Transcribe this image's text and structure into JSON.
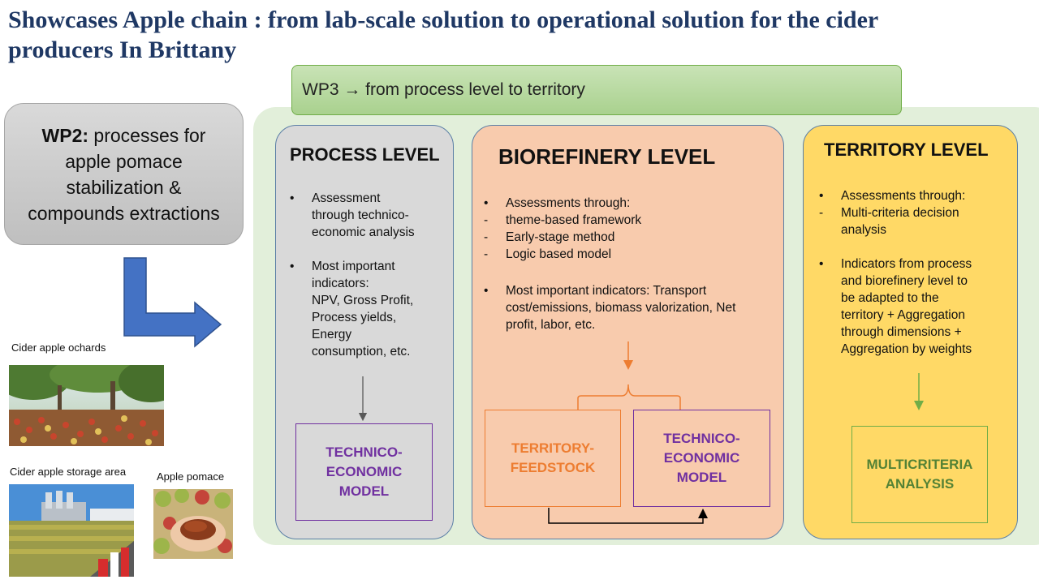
{
  "title": {
    "line1": "Showcases Apple chain : from lab-scale solution to operational solution for the cider",
    "line2": "producers In Brittany"
  },
  "wp3": {
    "label": "WP3 → from process level to territory"
  },
  "wp2": {
    "bold": "WP2:",
    "line1": " processes for",
    "line2": "apple pomace",
    "line3": "stabilization &",
    "line4": "compounds extractions"
  },
  "photos": {
    "orchards_caption": "Cider apple ochards",
    "storage_caption": "Cider apple storage area",
    "pomace_caption": "Apple pomace"
  },
  "process_level": {
    "title": "PROCESS LEVEL",
    "bullet_symbol": "•",
    "b1": [
      "Assessment",
      "through technico-",
      "economic analysis"
    ],
    "b2": [
      "Most important",
      "indicators:",
      "NPV, Gross Profit,",
      "Process yields,",
      "Energy",
      "consumption, etc."
    ],
    "model": [
      "TECHNICO-",
      "ECONOMIC",
      "MODEL"
    ]
  },
  "biorefinery_level": {
    "title": "BIOREFINERY LEVEL",
    "bullet_symbol": "•",
    "dash_symbol": "-",
    "b1": "Assessments through:",
    "dashes": [
      "theme-based  framework",
      "Early-stage method",
      "Logic based model"
    ],
    "b2": [
      "Most important indicators: Transport",
      "cost/emissions, biomass valorization, Net",
      "profit, labor, etc."
    ],
    "feedstock": [
      "TERRITORY-",
      "FEEDSTOCK"
    ],
    "model": [
      "TECHNICO-",
      "ECONOMIC",
      "MODEL"
    ]
  },
  "territory_level": {
    "title": "TERRITORY LEVEL",
    "bullet_symbol": "•",
    "dash_symbol": "-",
    "b1": "Assessments through:",
    "dash": [
      "Multi-criteria decision",
      "analysis"
    ],
    "b2": [
      "Indicators from process",
      "and biorefinery level to",
      "be adapted to the",
      "territory + Aggregation",
      "through dimensions +",
      "Aggregation by weights"
    ],
    "model": [
      "MULTICRITERIA",
      "ANALYSIS"
    ]
  },
  "colors": {
    "title": "#1f3864",
    "process_bg": "#d9d9d9",
    "biorefinery_bg": "#f8cbad",
    "territory_bg": "#ffd966",
    "model_purple": "#7030a0",
    "feedstock_orange": "#ed7d31",
    "multicriteria_green": "#548235",
    "wp2_arrow": "#4472c4"
  }
}
